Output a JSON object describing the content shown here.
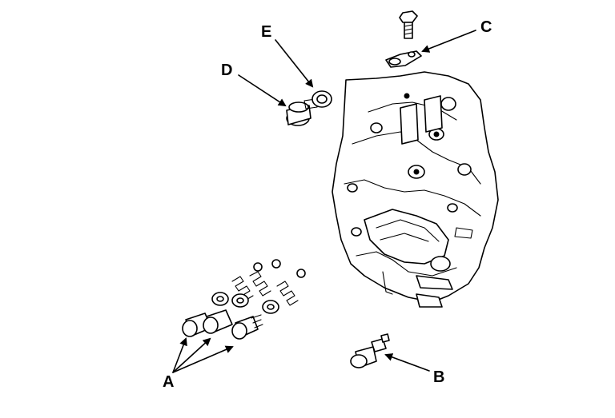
{
  "callouts": {
    "a": "A",
    "b": "B",
    "c": "C",
    "d": "D",
    "e": "E"
  },
  "colors": {
    "ink": "#000000",
    "background": "#ffffff"
  }
}
